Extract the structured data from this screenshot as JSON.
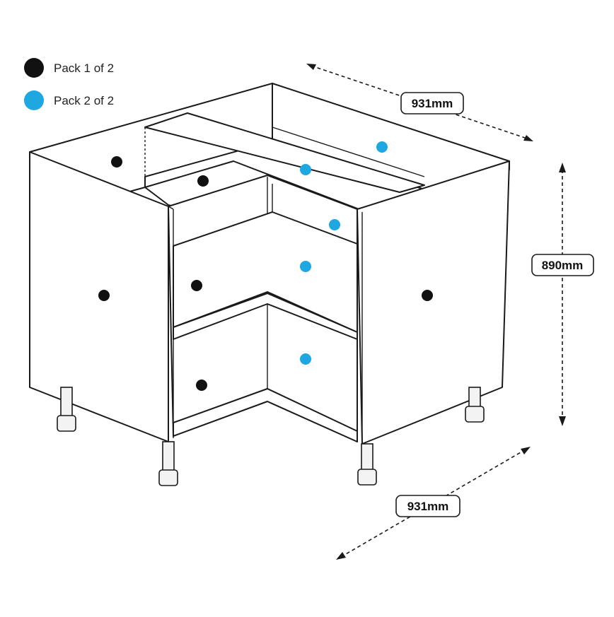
{
  "legend": {
    "items": [
      {
        "label": "Pack 1 of 2",
        "color": "#111111"
      },
      {
        "label": "Pack 2 of 2",
        "color": "#1ea7e1"
      }
    ]
  },
  "dimensions": {
    "top_width": "931mm",
    "height": "890mm",
    "bottom_width": "931mm"
  },
  "colors": {
    "pack1": "#111111",
    "pack2": "#1ea7e1",
    "line": "#1a1a1a"
  },
  "markers": [
    {
      "pack": 1
    },
    {
      "pack": 1
    },
    {
      "pack": 1
    },
    {
      "pack": 1
    },
    {
      "pack": 1
    },
    {
      "pack": 1
    },
    {
      "pack": 2
    },
    {
      "pack": 2
    },
    {
      "pack": 2
    },
    {
      "pack": 2
    },
    {
      "pack": 2
    }
  ]
}
